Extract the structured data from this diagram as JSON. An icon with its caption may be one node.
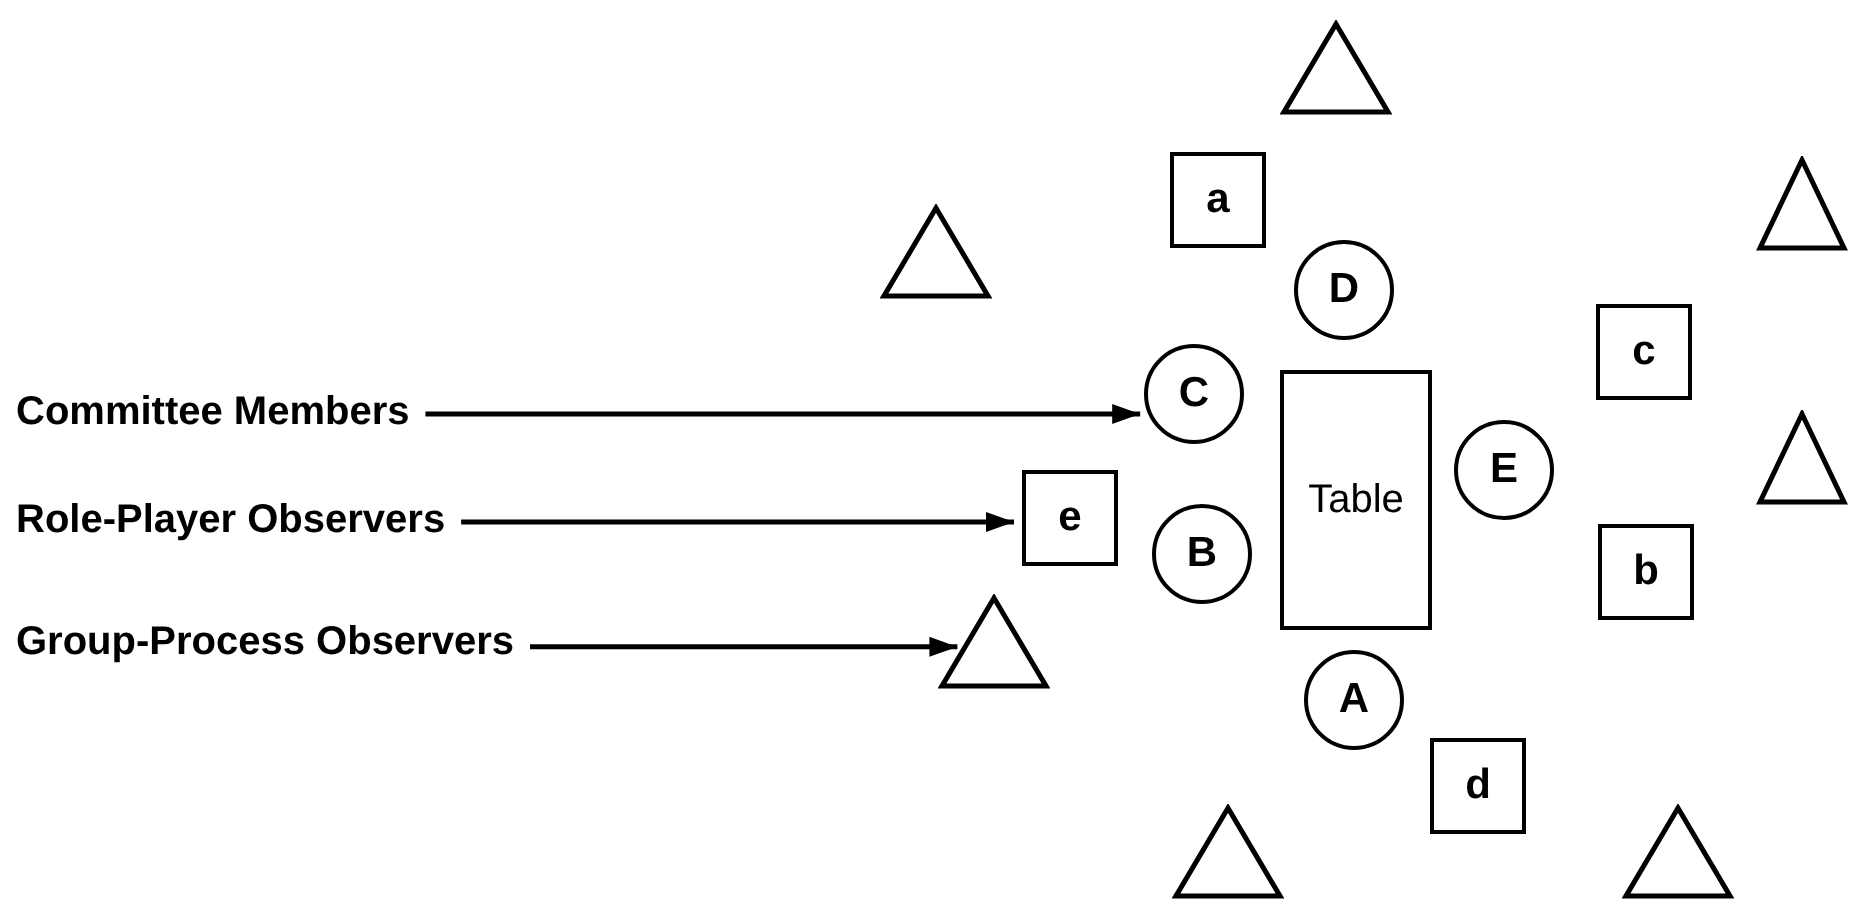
{
  "diagram": {
    "nodes": [
      {
        "text": [
          "Committee Members"
        ]
      },
      {
        "text": [
          "Role-Player Observers"
        ]
      },
      {
        "text": [
          "Group-Process Observers"
        ]
      },
      {
        "text": [
          "Table"
        ]
      },
      {
        "text": [
          "D"
        ]
      },
      {
        "text": [
          "C"
        ]
      },
      {
        "text": [
          "E"
        ]
      },
      {
        "text": [
          "B"
        ]
      },
      {
        "text": [
          "A"
        ]
      },
      {
        "text": [
          "a"
        ]
      },
      {
        "text": [
          "c"
        ]
      },
      {
        "text": [
          "e"
        ]
      },
      {
        "text": [
          "b"
        ]
      },
      {
        "text": [
          "d"
        ]
      },
      {
        "text": [],
        "shape": "triangle"
      },
      {
        "text": [],
        "shape": "triangle"
      },
      {
        "text": [],
        "shape": "triangle"
      },
      {
        "text": [],
        "shape": "triangle"
      },
      {
        "text": [],
        "shape": "triangle"
      },
      {
        "text": [],
        "shape": "triangle"
      },
      {
        "text": [],
        "shape": "triangle"
      }
    ],
    "edges": [
      {
        "from": 0,
        "to": 5,
        "arrow": "to"
      },
      {
        "from": 1,
        "to": 11,
        "arrow": "to"
      },
      {
        "from": 2,
        "to": 18,
        "arrow": "to"
      }
    ]
  }
}
